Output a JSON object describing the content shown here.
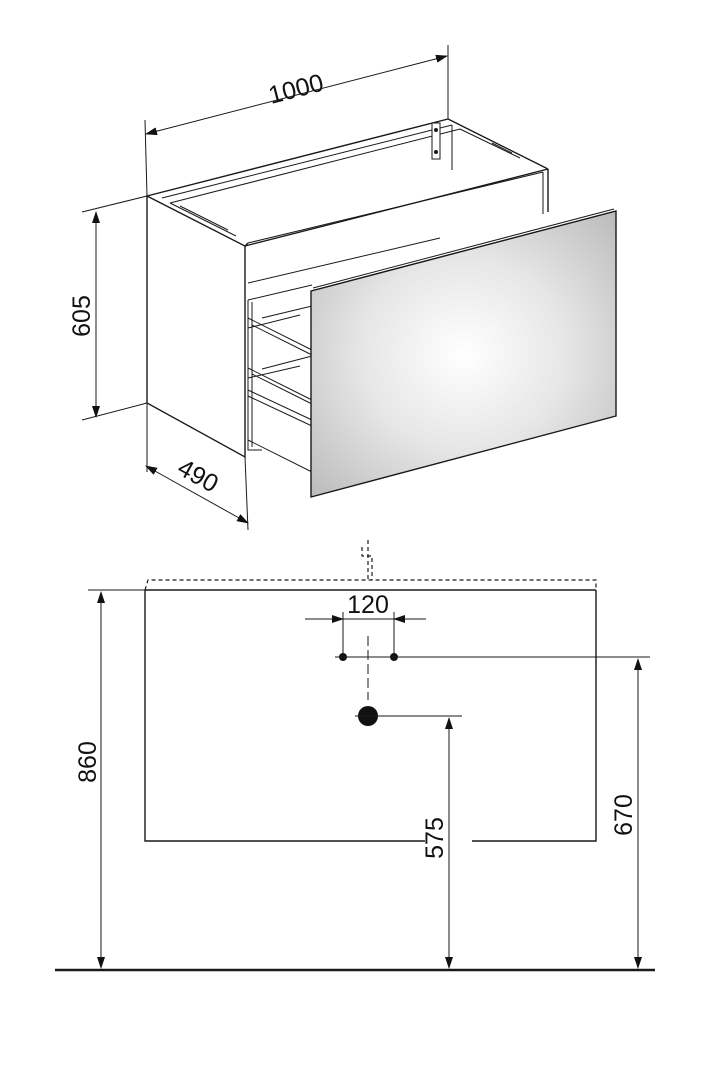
{
  "iso_view": {
    "width_label": "1000",
    "height_label": "605",
    "depth_label": "490"
  },
  "front_view": {
    "hole_spacing_label": "120",
    "total_height_label": "860",
    "drain_height_label": "575",
    "supply_height_label": "670"
  }
}
